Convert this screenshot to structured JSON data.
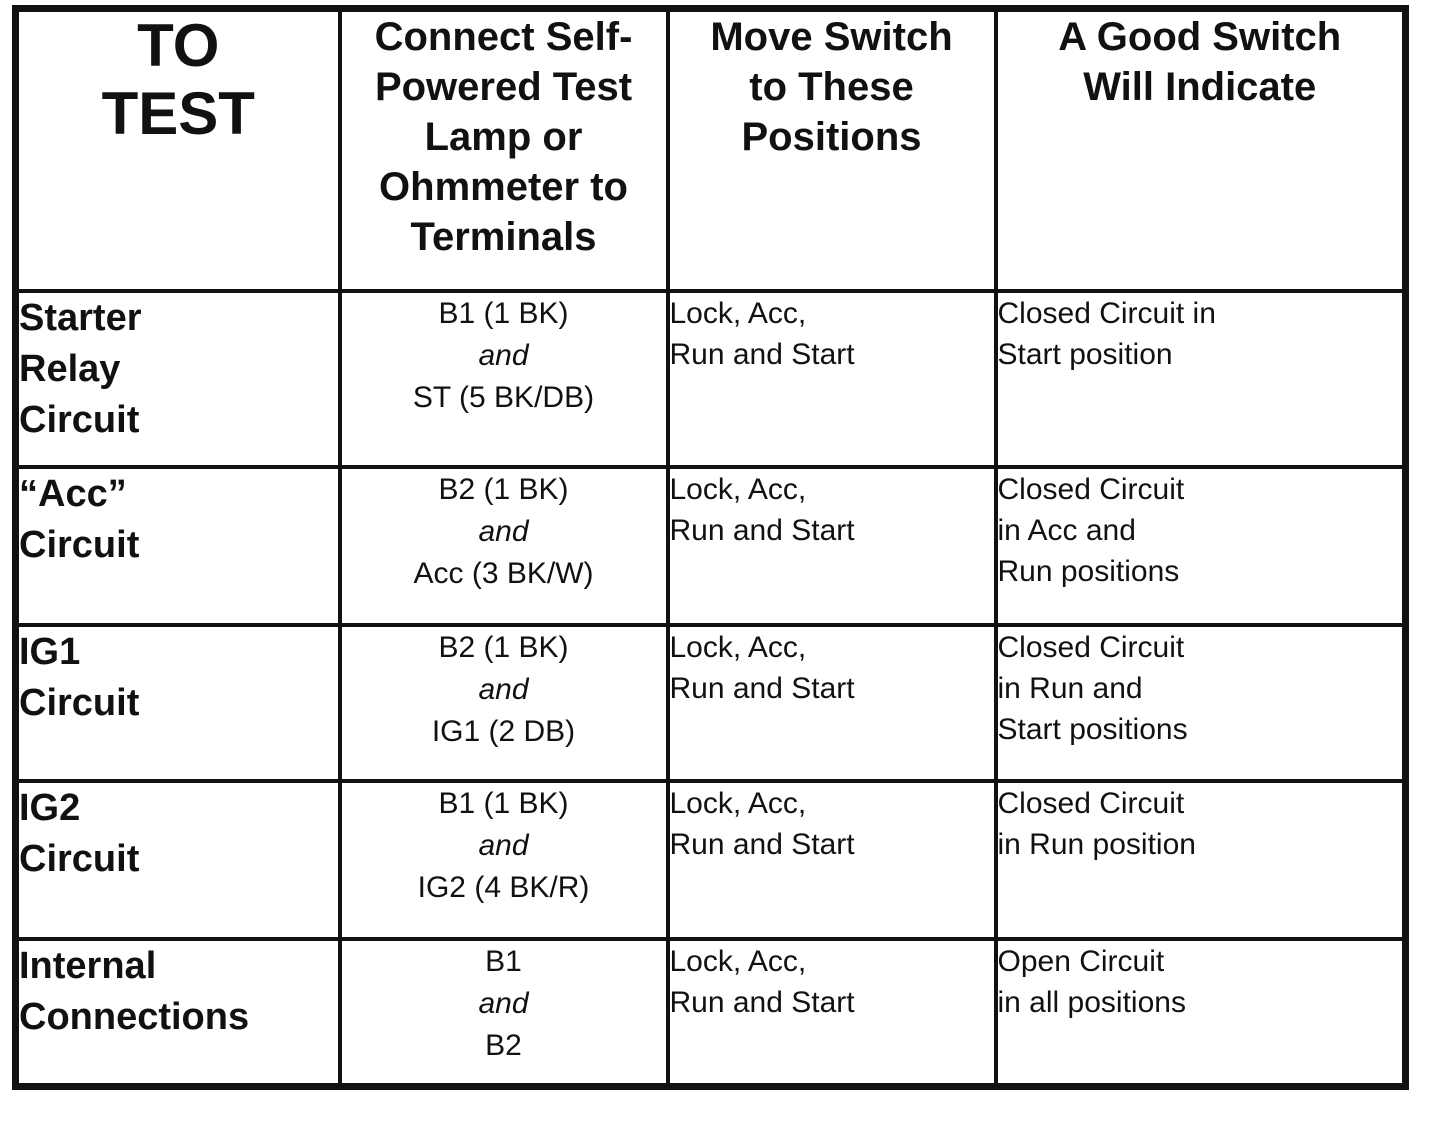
{
  "headers": {
    "test": [
      "TO",
      "TEST"
    ],
    "terminals": [
      "Connect Self-",
      "Powered Test",
      "Lamp or",
      "Ohmmeter to",
      "Terminals"
    ],
    "positions": [
      "Move Switch",
      "to These",
      "Positions"
    ],
    "indicate": [
      "A Good Switch",
      "Will Indicate"
    ]
  },
  "rows": [
    {
      "test": [
        "Starter",
        "Relay",
        "Circuit"
      ],
      "terminal_a": "B1 (1 BK)",
      "connector": "and",
      "terminal_b": "ST (5 BK/DB)",
      "positions": [
        "Lock, Acc,",
        "Run and Start"
      ],
      "indicate": [
        "Closed Circuit in",
        "Start position"
      ]
    },
    {
      "test": [
        "“Acc”",
        "Circuit"
      ],
      "terminal_a": "B2 (1 BK)",
      "connector": "and",
      "terminal_b": "Acc (3 BK/W)",
      "positions": [
        "Lock, Acc,",
        "Run and Start"
      ],
      "indicate": [
        "Closed Circuit",
        "in Acc and",
        "Run positions"
      ]
    },
    {
      "test": [
        "IG1",
        "Circuit"
      ],
      "terminal_a": "B2 (1 BK)",
      "connector": "and",
      "terminal_b": "IG1 (2 DB)",
      "positions": [
        "Lock, Acc,",
        "Run and Start"
      ],
      "indicate": [
        "Closed Circuit",
        "in Run and",
        "Start positions"
      ]
    },
    {
      "test": [
        "IG2",
        "Circuit"
      ],
      "terminal_a": "B1 (1 BK)",
      "connector": "and",
      "terminal_b": "IG2 (4 BK/R)",
      "positions": [
        "Lock, Acc,",
        "Run and Start"
      ],
      "indicate": [
        "Closed Circuit",
        "in Run position"
      ]
    },
    {
      "test": [
        "Internal",
        "Connections"
      ],
      "terminal_a": "B1",
      "connector": "and",
      "terminal_b": "B2",
      "positions": [
        "Lock, Acc,",
        "Run and Start"
      ],
      "indicate": [
        "Open Circuit",
        "in all positions"
      ]
    }
  ]
}
